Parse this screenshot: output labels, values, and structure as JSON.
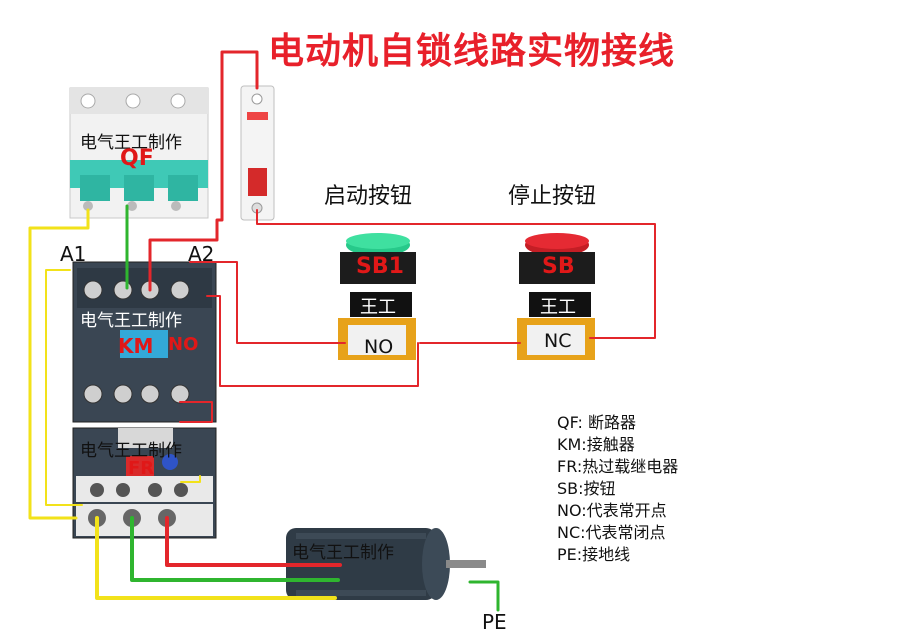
{
  "title": "电动机自锁线路实物接线",
  "buttons": {
    "start_label": "启动按钮",
    "stop_label": "停止按钮"
  },
  "labels": {
    "a1": "A1",
    "a2": "A2",
    "qf": "QF",
    "km": "KM",
    "km_no": "NO",
    "fr": "FR",
    "sb1": "SB1",
    "sb": "SB",
    "sb1_contact": "NO",
    "sb_contact": "NC",
    "sb1_plate": "王工",
    "sb_plate": "王工",
    "pe": "PE"
  },
  "watermarks": {
    "breaker": "电气王工制作",
    "contactor": "电气王工制作",
    "relay": "电气王工制作",
    "motor": "电气王工制作"
  },
  "legend": [
    "QF: 断路器",
    "KM:接触器",
    "FR:热过载继电器",
    "SB:按钮",
    "NO:代表常开点",
    "NC:代表常闭点",
    "PE:接地线"
  ],
  "colors": {
    "wire_red": "#e3262b",
    "wire_yellow": "#f2e21a",
    "wire_green": "#2fb52f",
    "button_green": "#27c98a",
    "button_red": "#e52a33",
    "title_red": "#e8202a"
  }
}
